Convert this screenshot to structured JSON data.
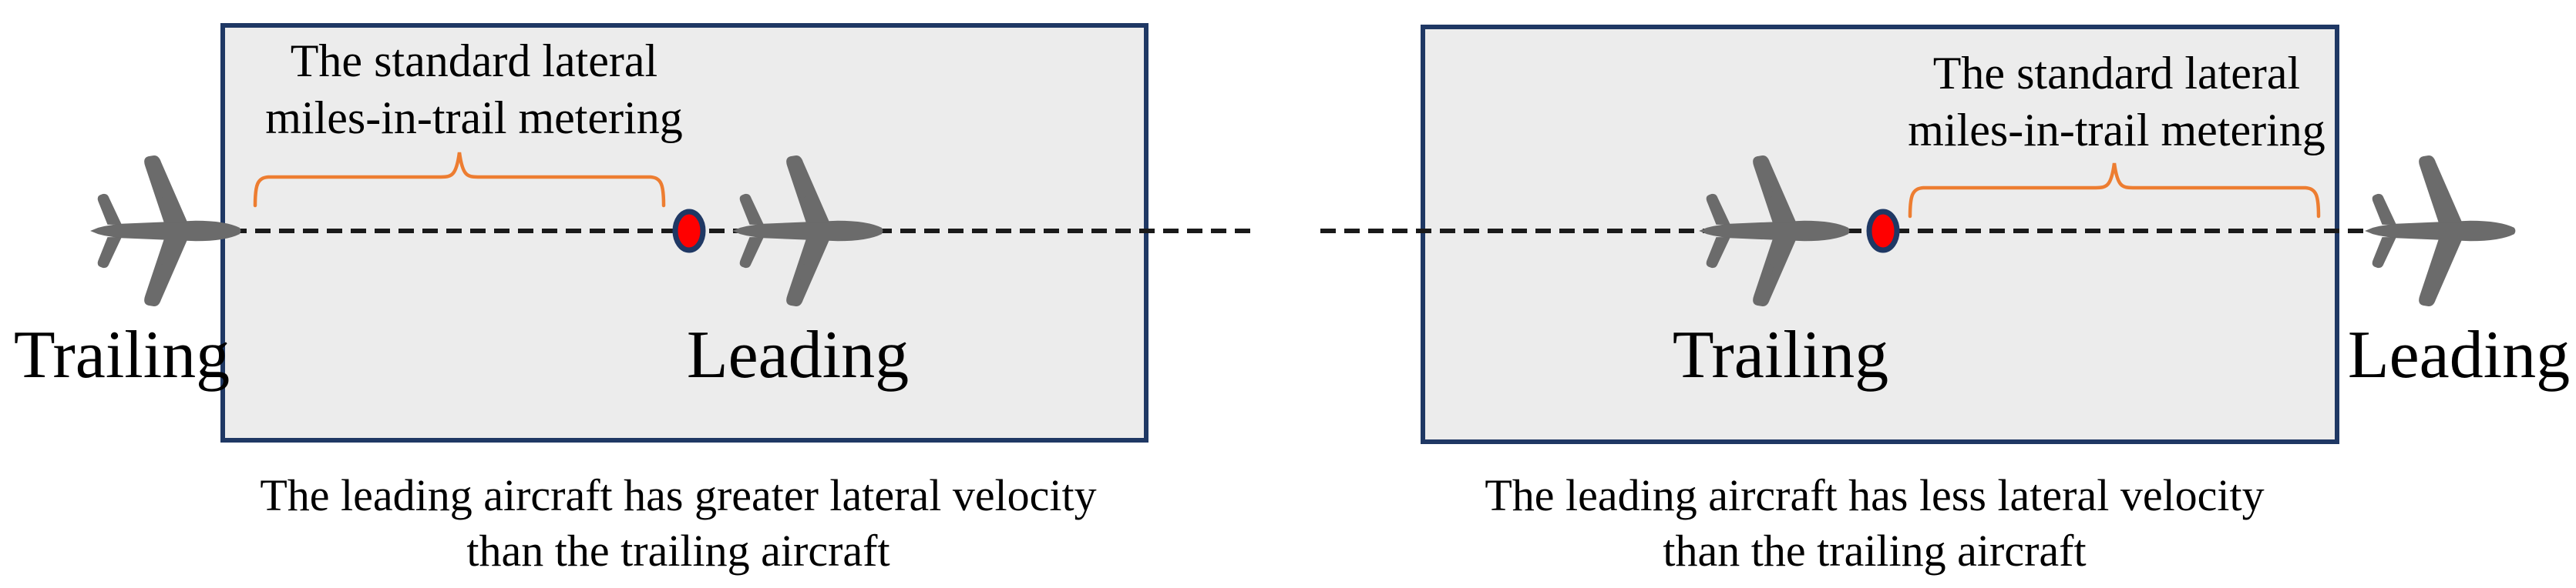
{
  "colors": {
    "box_border_navy": "#1F3864",
    "box_fill_gray": "#ECECEC",
    "annotation_orange": "#ED7D31",
    "dot_fill": "#FF0000",
    "dot_ring_navy": "#1F3864",
    "aircraft_gray": "#6B6B6B",
    "flight_path_color": "#1A1A1A",
    "text_color": "#000000"
  },
  "left_panel": {
    "separation_annotation": {
      "line1": "The standard lateral",
      "line2": "miles-in-trail metering"
    },
    "trailing_label": "Trailing",
    "leading_label": "Leading",
    "caption": {
      "line1": "The leading aircraft has greater lateral velocity",
      "line2": "than the trailing aircraft"
    }
  },
  "right_panel": {
    "separation_annotation": {
      "line1": "The standard lateral",
      "line2": "miles-in-trail metering"
    },
    "trailing_label": "Trailing",
    "leading_label": "Leading",
    "caption": {
      "line1": "The leading aircraft has less lateral velocity",
      "line2": "than the trailing aircraft"
    }
  }
}
